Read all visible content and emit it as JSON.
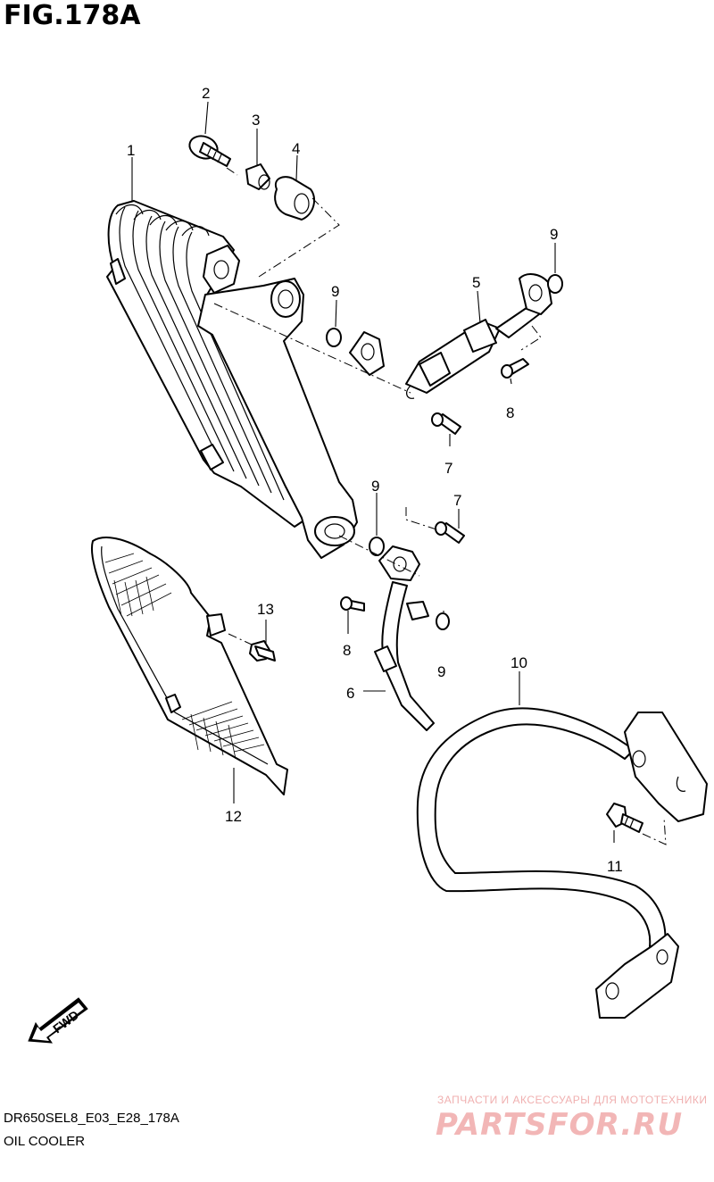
{
  "figure": {
    "title": "FIG.178A",
    "code": "DR650SEL8_E03_E28_178A",
    "caption": "OIL COOLER"
  },
  "callouts": [
    "1",
    "2",
    "3",
    "4",
    "5",
    "6",
    "7",
    "7",
    "8",
    "8",
    "9",
    "9",
    "9",
    "9",
    "10",
    "11",
    "12",
    "13"
  ],
  "fwd_label": "FWD",
  "watermark": {
    "tagline": "ЗАПЧАСТИ И АКСЕССУАРЫ ДЛЯ МОТОТЕХНИКИ",
    "logo": "PARTSFOR.RU"
  }
}
